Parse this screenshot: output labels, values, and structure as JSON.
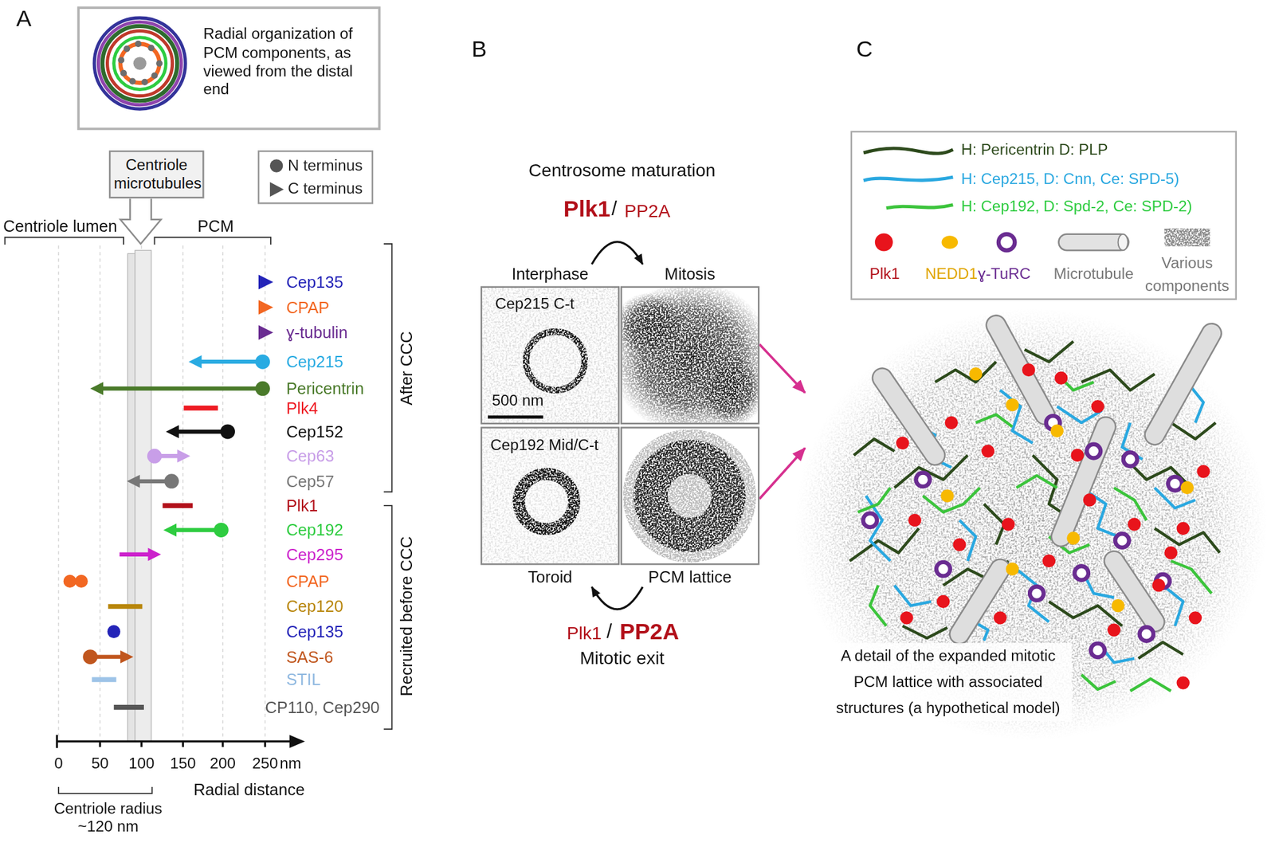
{
  "diagram": {
    "nodes": [
      {
        "text": [
          "Radial organization of PCM components, as viewed from the distal end"
        ]
      },
      {
        "text": [
          "Centriole microtubules"
        ]
      },
      {
        "text": [
          "Interphase",
          "Cep215 C-t",
          "500 nm"
        ]
      },
      {
        "text": [
          "Mitosis"
        ]
      },
      {
        "text": [
          "Cep192 Mid/C-t",
          "Toroid"
        ]
      },
      {
        "text": [
          "PCM lattice"
        ]
      },
      {
        "text": [
          "A detail of the expanded mitotic PCM lattice with associated structures (a hypothetical model)"
        ]
      }
    ],
    "edges": [
      {
        "from": 2,
        "to": 3,
        "arrow": "to"
      },
      {
        "from": 5,
        "to": 4,
        "arrow": "to"
      },
      {
        "from": 3,
        "to": 6,
        "arrow": "to"
      },
      {
        "from": 5,
        "to": 6,
        "arrow": "to"
      }
    ],
    "labels": [
      "A",
      "Centriole lumen",
      "PCM",
      "Cep135",
      "CPAP",
      "ɣ-tubulin",
      "Cep215",
      "Pericentrin",
      "Plk4",
      "Cep152",
      "Cep63",
      "Cep57",
      "Plk1",
      "Cep192",
      "Cep295",
      "CPAP",
      "Cep120",
      "Cep135",
      "SAS-6",
      "STIL",
      "CP110, Cep290",
      "After CCC",
      "Recruited before CCC",
      "0",
      "50",
      "100",
      "150",
      "200",
      "250",
      "nm",
      "Radial distance",
      "Centriole radius ~120 nm",
      "B",
      "Centrosome maturation",
      "Plk1",
      "/",
      "PP2A",
      "Plk1",
      "/",
      "PP2A",
      "Mitotic exit",
      "C"
    ],
    "legend": [
      {
        "text": "N terminus"
      },
      {
        "text": "C terminus"
      },
      {
        "text": "H: Pericentrin D: PLP"
      },
      {
        "text": "H: Cep215, D: Cnn, Ce: SPD-5)"
      },
      {
        "text": "H: Cep192, D: Spd-2, Ce: SPD-2)"
      },
      {
        "text": "Plk1",
        "color": "#e8141c"
      },
      {
        "text": "NEDD1",
        "color": "#f7b900"
      },
      {
        "text": "ɣ-TuRC"
      },
      {
        "text": "Microtubule"
      },
      {
        "text": "Various components"
      }
    ]
  }
}
